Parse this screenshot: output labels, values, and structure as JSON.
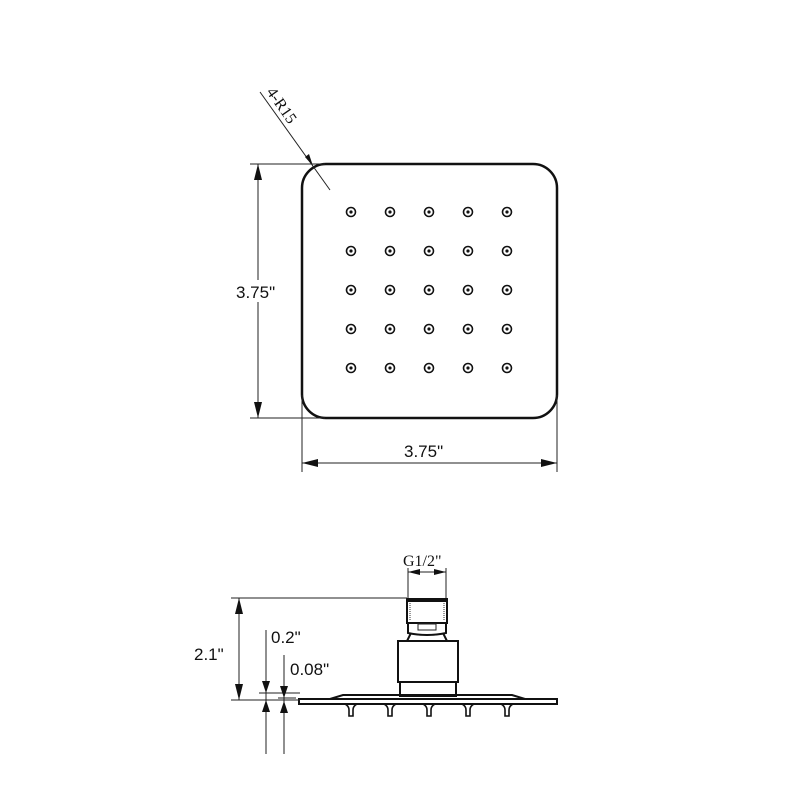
{
  "top_view": {
    "corner_radius_label": "4-R15",
    "height_label": "3.75\"",
    "width_label": "3.75\"",
    "nozzle_grid": {
      "rows": 5,
      "cols": 5
    }
  },
  "side_view": {
    "thread_label": "G1/2\"",
    "total_height_label": "2.1\"",
    "plate_thickness_label": "0.2\"",
    "edge_thickness_label": "0.08\""
  }
}
